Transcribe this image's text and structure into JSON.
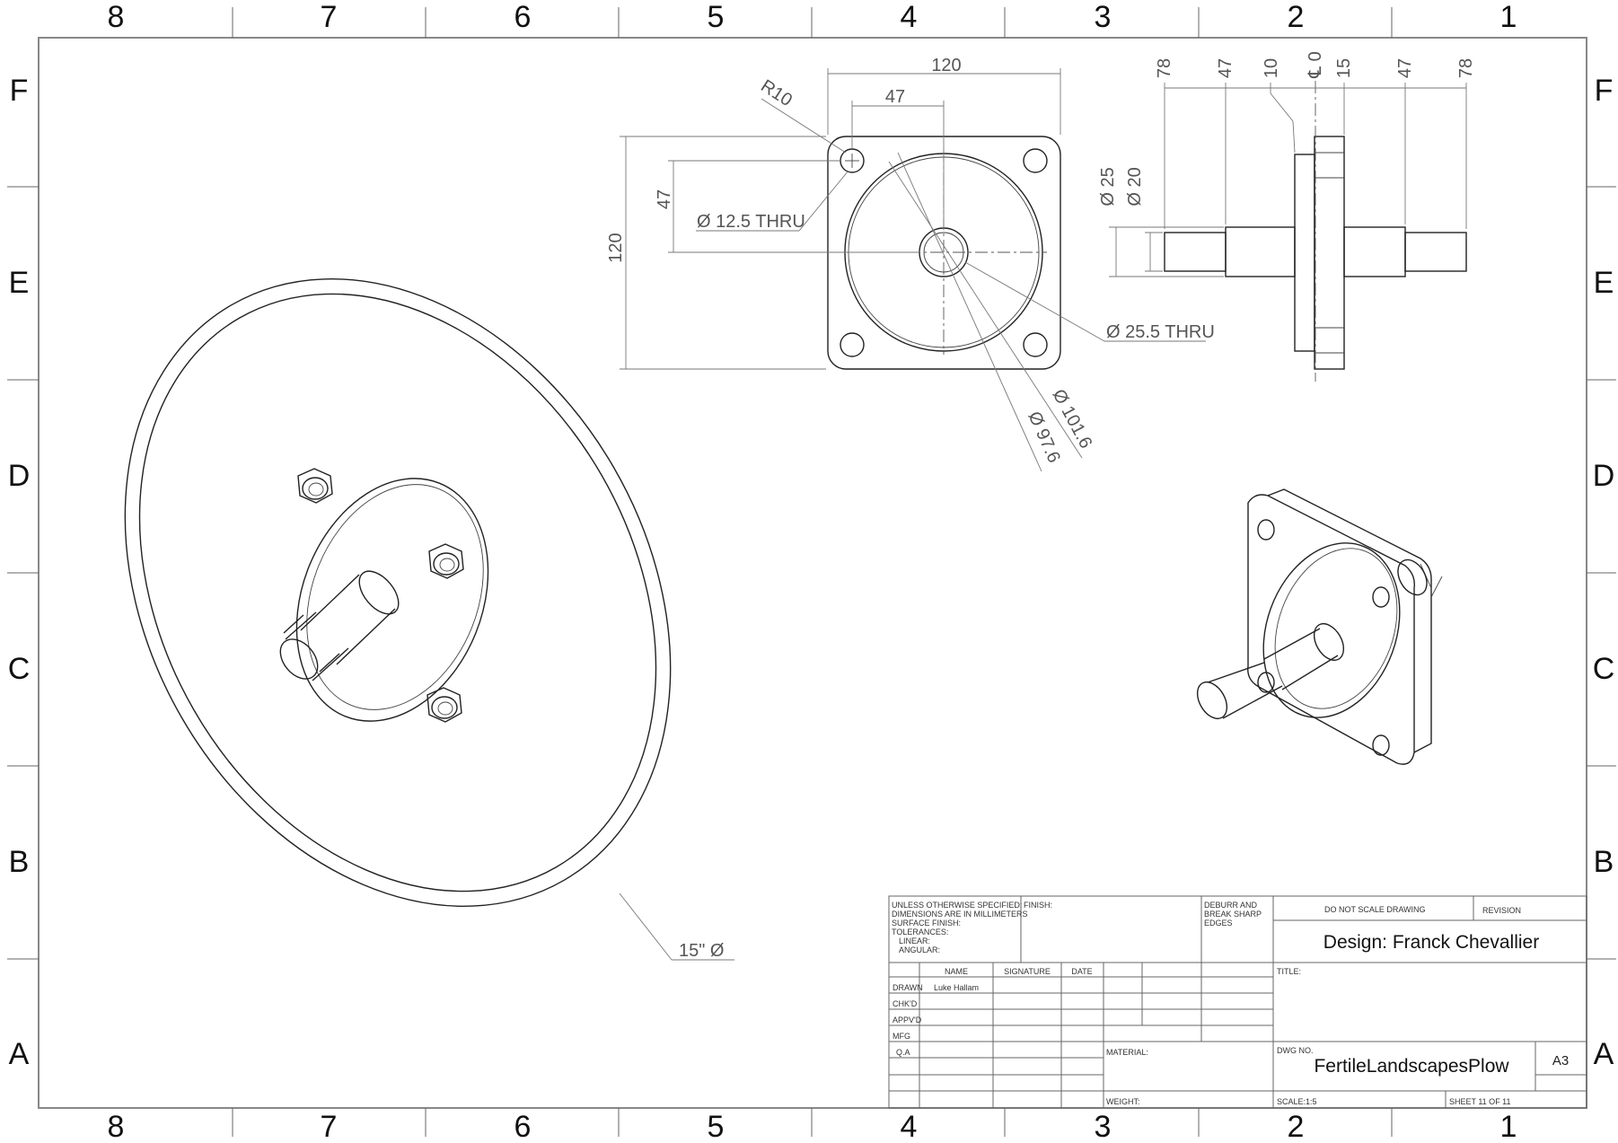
{
  "zones": {
    "columns": [
      "8",
      "7",
      "6",
      "5",
      "4",
      "3",
      "2",
      "1"
    ],
    "rows": [
      "F",
      "E",
      "D",
      "C",
      "B",
      "A"
    ]
  },
  "front_view": {
    "dim_width": "120",
    "dim_hole_x": "47",
    "dim_hole_y": "47",
    "dim_height": "120",
    "radius": "R10",
    "hole_thru": "Ø 12.5 THRU",
    "bore_thru": "Ø 25.5 THRU",
    "dia_outer": "Ø 101.6",
    "dia_inner": "Ø 97.6"
  },
  "side_view": {
    "dims_top": [
      "78",
      "47",
      "10",
      "℄ 0",
      "15",
      "47",
      "78"
    ],
    "dia_25": "Ø 25",
    "dia_20": "Ø 20"
  },
  "disc_view": {
    "disc_dia": "15\" Ø"
  },
  "title_block": {
    "notes": [
      "UNLESS OTHERWISE SPECIFIED:",
      "DIMENSIONS ARE IN MILLIMETERS",
      "SURFACE FINISH:",
      "TOLERANCES:",
      "LINEAR:",
      "ANGULAR:"
    ],
    "finish_label": "FINISH:",
    "deburr": [
      "DEBURR AND",
      "BREAK SHARP",
      "EDGES"
    ],
    "do_not_scale": "DO NOT SCALE DRAWING",
    "revision": "REVISION",
    "design": "Design: Franck Chevallier",
    "col_name": "NAME",
    "col_signature": "SIGNATURE",
    "col_date": "DATE",
    "title_label": "TITLE:",
    "rows": [
      "DRAWN",
      "CHK'D",
      "APPV'D",
      "MFG",
      "Q.A"
    ],
    "drawn_name": "Luke Hallam",
    "material_label": "MATERIAL:",
    "dwg_no_label": "DWG NO.",
    "dwg_no": "FertileLandscapesPlow",
    "size": "A3",
    "weight_label": "WEIGHT:",
    "scale": "SCALE:1:5",
    "sheet": "SHEET 11 OF 11"
  }
}
